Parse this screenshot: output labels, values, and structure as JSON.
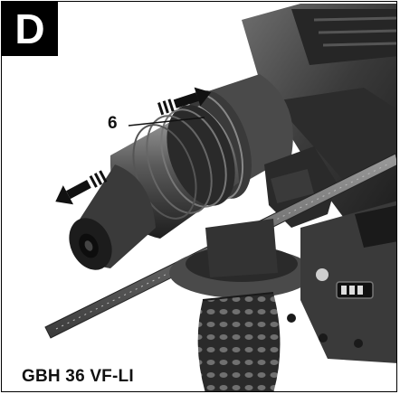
{
  "figure": {
    "label": "D",
    "callout_number": "6",
    "model_name": "GBH 36 VF-LI"
  },
  "colors": {
    "tool_body": "#3c3c3c",
    "tool_dark": "#1f1f1f",
    "tool_light": "#8a8a8a",
    "grip_pattern": "#6a6a6a",
    "arrow": "#111111",
    "background": "#ffffff"
  },
  "icons": {
    "forward_arrow": "arrow-right-icon",
    "backward_arrow": "arrow-left-icon"
  }
}
